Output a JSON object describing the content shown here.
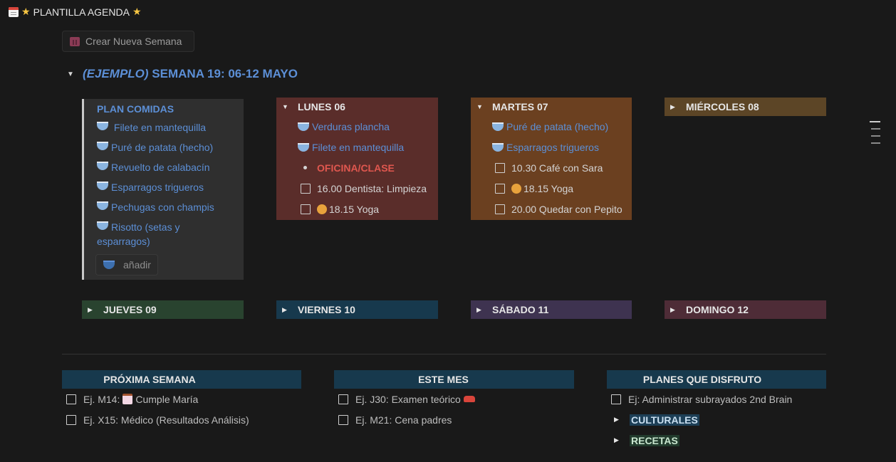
{
  "page": {
    "title": "PLANTILLA AGENDA"
  },
  "toolbar": {
    "new_week_label": "Crear Nueva Semana"
  },
  "week": {
    "prefix": "(EJEMPLO)",
    "title": "SEMANA 19: 06-12 MAYO"
  },
  "meals": {
    "title": "PLAN COMIDAS",
    "items": [
      "Filete en mantequilla",
      "Puré de patata (hecho)",
      "Revuelto de calabacín",
      "Esparragos trigueros",
      "Pechugas con champis",
      "Risotto (setas y esparragos)"
    ],
    "add_label": "añadir"
  },
  "days": {
    "lunes": {
      "label": "LUNES 06",
      "meals": [
        "Verduras plancha",
        "Filete en mantequilla"
      ],
      "bullet": "OFICINA/CLASE",
      "tasks": [
        "16.00 Dentista: Limpieza",
        "18.15 Yoga"
      ]
    },
    "martes": {
      "label": "MARTES 07",
      "meals": [
        "Puré de patata (hecho)",
        "Esparragos trigueros"
      ],
      "tasks": [
        "10.30 Café con Sara",
        "18.15 Yoga",
        "20.00 Quedar con Pepito"
      ]
    },
    "miercoles": {
      "label": "MIÉRCOLES 08"
    },
    "jueves": {
      "label": "JUEVES 09"
    },
    "viernes": {
      "label": "VIERNES 10"
    },
    "sabado": {
      "label": "SÁBADO 11"
    },
    "domingo": {
      "label": "DOMINGO 12"
    }
  },
  "next_week": {
    "title": "PRÓXIMA SEMANA",
    "items": [
      "Ej. M14:",
      "Cumple María",
      "Ej. X15: Médico (Resultados Análisis)"
    ]
  },
  "this_month": {
    "title": "ESTE MES",
    "items": [
      "Ej. J30: Examen teórico",
      "Ej. M21: Cena padres"
    ]
  },
  "plans": {
    "title": "PLANES QUE DISFRUTO",
    "task": "Ej: Administrar subrayados 2nd Brain",
    "toggles": [
      "CULTURALES",
      "RECETAS"
    ]
  },
  "colors": {
    "lunes": "#5a2d2a",
    "martes": "#6b4020",
    "miercoles": "#5c4526",
    "jueves": "#29432f",
    "viernes": "#17394d",
    "sabado": "#3e3350",
    "domingo": "#4e2c37",
    "link": "#5c8fd6"
  },
  "icons": [
    "calendar-icon",
    "star-icon",
    "bowl-icon",
    "checkbox-icon",
    "yoga-icon",
    "cake-icon",
    "car-icon",
    "toggle-triangle-icon"
  ]
}
